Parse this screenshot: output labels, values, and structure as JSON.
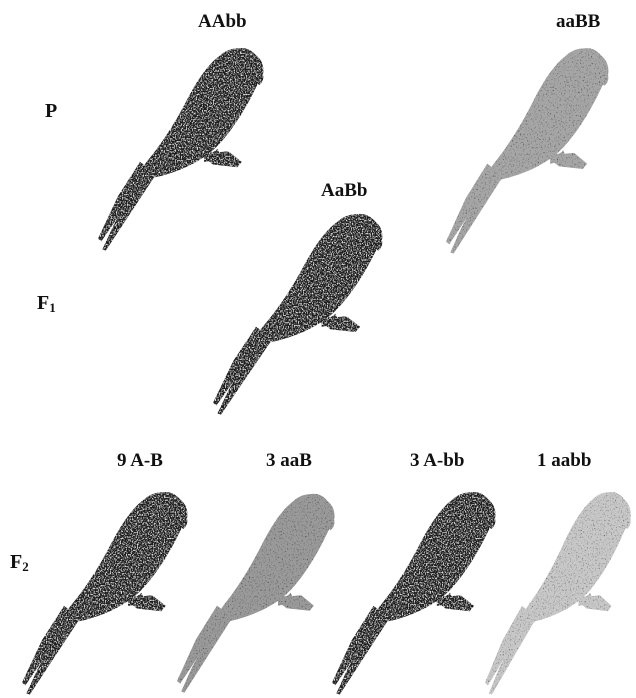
{
  "generations": {
    "p": "P",
    "f1_letter": "F",
    "f1_sub": "1",
    "f2_letter": "F",
    "f2_sub": "2"
  },
  "genotypes": {
    "p_left": "AAbb",
    "p_right": "aaBB",
    "f1": "AaBb",
    "f2_1": "9 A-B",
    "f2_2": "3 aaB",
    "f2_3": "3 A-bb",
    "f2_4": "1 aabb"
  },
  "colors": {
    "dark": "#1a1a1a",
    "light_shade": "#9a9a9a",
    "pale_shade": "#c8c8c8"
  },
  "icons": {
    "dark_bird": "dark-parakeet-icon",
    "light_bird": "light-parakeet-icon",
    "pale_bird": "pale-parakeet-icon"
  }
}
